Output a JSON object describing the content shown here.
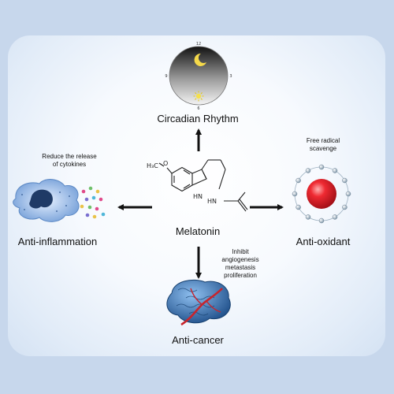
{
  "center": {
    "label": "Melatonin",
    "atoms": {
      "methoxy_h3c": "H₃C",
      "ether_o": "O",
      "ring_nh": "HN",
      "amide_nh": "HN"
    }
  },
  "circadian": {
    "label": "Circadian Rhythm",
    "clock_ticks": {
      "top": "12",
      "right": "3",
      "bottom": "6",
      "left": "9"
    }
  },
  "inflammation": {
    "label": "Anti-inflammation",
    "note": [
      "Reduce the release",
      "of cytokines"
    ]
  },
  "oxidant": {
    "label": "Anti-oxidant",
    "note": [
      "Free radical",
      "scavenge"
    ]
  },
  "cancer": {
    "label": "Anti-cancer",
    "note": [
      "Inhibit",
      "angiogenesis",
      "metastasis",
      "proliferation"
    ]
  },
  "colors": {
    "background": "#c7d7ec",
    "arrow": "#111111",
    "radical_core": "#e0202a",
    "cell": "#6f9bd6",
    "nucleus": "#1f3a66",
    "tumor": "#3b6fa8",
    "vessel": "#c8242c"
  }
}
